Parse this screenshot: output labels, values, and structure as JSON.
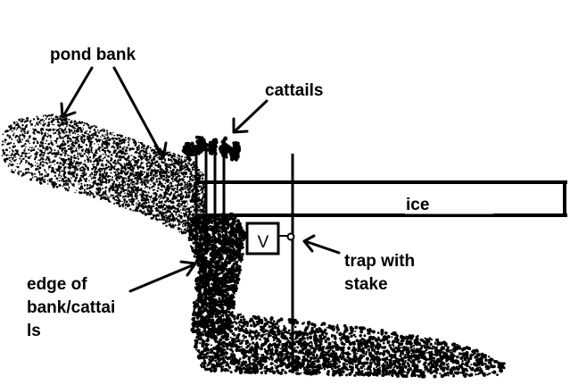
{
  "labels": {
    "pond_bank": "pond bank",
    "cattails": "cattails",
    "ice": "ice",
    "trap_line1": "trap with",
    "trap_line2": "stake",
    "edge_line1": "edge of",
    "edge_line2": "bank/cattai",
    "edge_line3": "ls"
  },
  "trap_symbol": "V",
  "colors": {
    "ink": "#000000",
    "background": "#ffffff"
  }
}
